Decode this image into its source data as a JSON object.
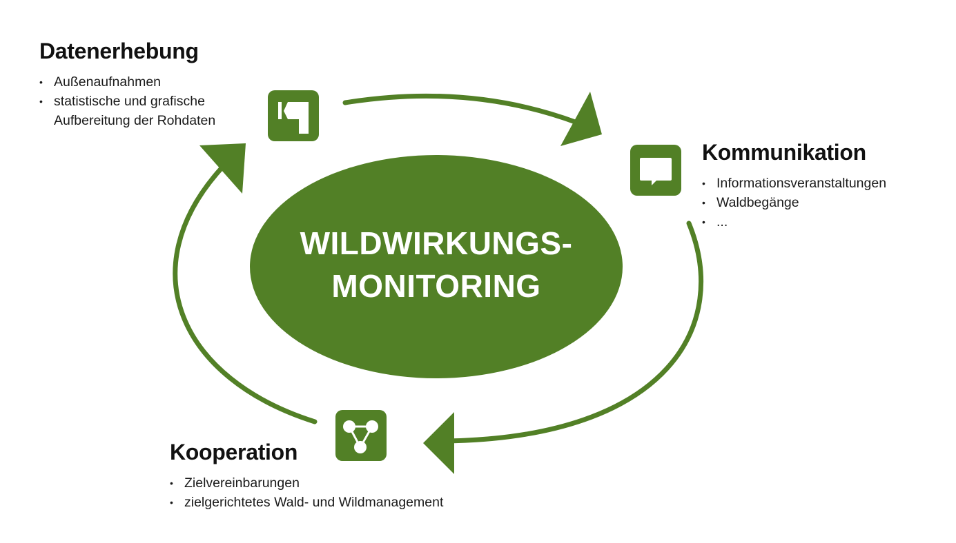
{
  "colors": {
    "primary_green": "#528026",
    "text": "#1a1a1a",
    "background": "#ffffff"
  },
  "center": {
    "line1": "WILDWIRKUNGS-",
    "line2": "MONITORING"
  },
  "stages": {
    "datenerhebung": {
      "title": "Datenerhebung",
      "icon": "flag-icon",
      "items": [
        "Außenaufnahmen",
        "statistische und grafische",
        "Aufbereitung der Rohdaten"
      ]
    },
    "kommunikation": {
      "title": "Kommunikation",
      "icon": "speech-bubble-icon",
      "items": [
        "Informationsveranstaltungen",
        "Waldbegänge",
        "..."
      ]
    },
    "kooperation": {
      "title": "Kooperation",
      "icon": "network-icon",
      "items": [
        "Zielvereinbarungen",
        "zielgerichtetes Wald- und Wildmanagement"
      ]
    }
  }
}
